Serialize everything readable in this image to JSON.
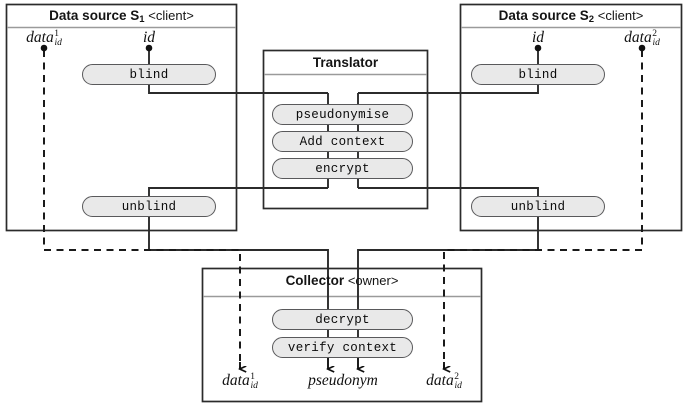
{
  "diagram": {
    "title_s1_strong": "Data source S",
    "title_s1_sub": "1",
    "title_s1_light": "<client>",
    "title_s2_strong": "Data source S",
    "title_s2_sub": "2",
    "title_s2_light": "<client>",
    "title_translator": "Translator",
    "title_collector_strong": "Collector",
    "title_collector_light": "<owner>"
  },
  "labels": {
    "data1_top": {
      "base": "data",
      "sup": "1",
      "sub": "id"
    },
    "id_left": "id",
    "id_right": "id",
    "data2_top": {
      "base": "data",
      "sup": "2",
      "sub": "id"
    },
    "data1_bottom": {
      "base": "data",
      "sup": "1",
      "sub": "id"
    },
    "pseudonym": "pseudonym",
    "data2_bottom": {
      "base": "data",
      "sup": "2",
      "sub": "id"
    }
  },
  "operations": {
    "blind_left": "blind",
    "blind_right": "blind",
    "unblind_left": "unblind",
    "unblind_right": "unblind",
    "pseudonymise": "pseudonymise",
    "add_context": "Add context",
    "encrypt": "encrypt",
    "decrypt": "decrypt",
    "verify_context": "verify context"
  },
  "colors": {
    "capsule_fill": "#e9e9e9",
    "capsule_stroke": "#59595b",
    "box_stroke": "#2b2b2b",
    "divider": "#9a9a9a",
    "wire": "#2b2b2b",
    "dashed_wire": "#1a1a1a",
    "text": "#111111"
  }
}
